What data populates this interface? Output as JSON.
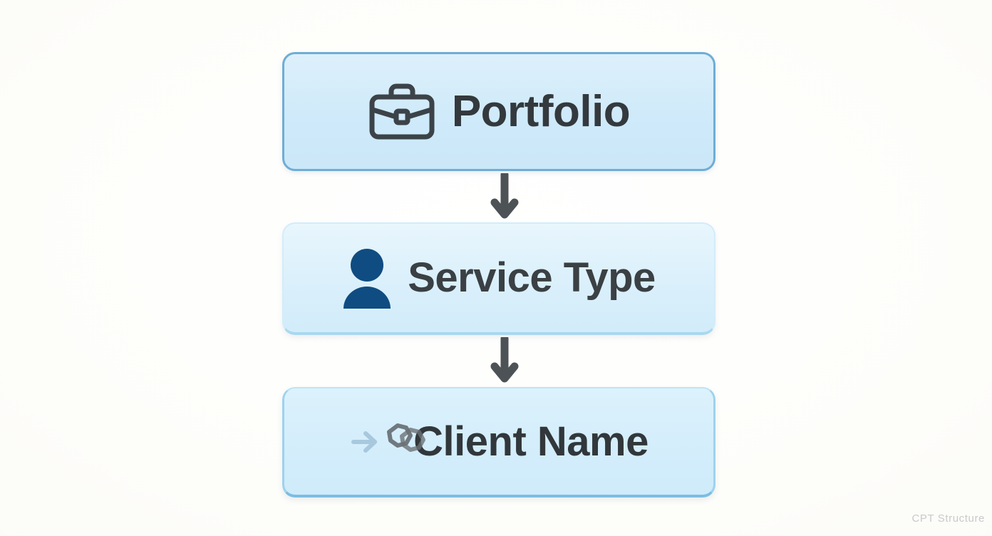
{
  "diagram": {
    "title": "CPT Structure",
    "watermark": "CPT Structure",
    "type": "vertical-flowchart",
    "background_color": "#fdfdfb",
    "nodes": [
      {
        "id": "portfolio",
        "label": "Portfolio",
        "icon": "briefcase-icon",
        "icon_color": "#3c4348",
        "fill_color": "#cfeafa",
        "border_color": "#6fadd6",
        "text_color": "#33393d"
      },
      {
        "id": "service-type",
        "label": "Service Type",
        "icon": "person-icon",
        "icon_color": "#0f4c81",
        "fill_color": "#dcf1fb",
        "border_color": "#d3ecfa",
        "text_color": "#3a4044"
      },
      {
        "id": "client-name",
        "label": "Client Name",
        "icon": "arrow-right-icon",
        "icon_secondary": "linked-rings-icon",
        "icon_color": "#a8c8de",
        "icon_secondary_color": "#5d6468",
        "fill_color": "#d3edfb",
        "border_color": "#9ed2ee",
        "text_color": "#31373b"
      }
    ],
    "connectors": [
      {
        "id": "portfolio-to-service-type",
        "from": "portfolio",
        "to": "service-type",
        "style": "arrow-down",
        "color": "#4d5256"
      },
      {
        "id": "service-type-to-client-name",
        "from": "service-type",
        "to": "client-name",
        "style": "arrow-down",
        "color": "#4d5256"
      }
    ]
  }
}
